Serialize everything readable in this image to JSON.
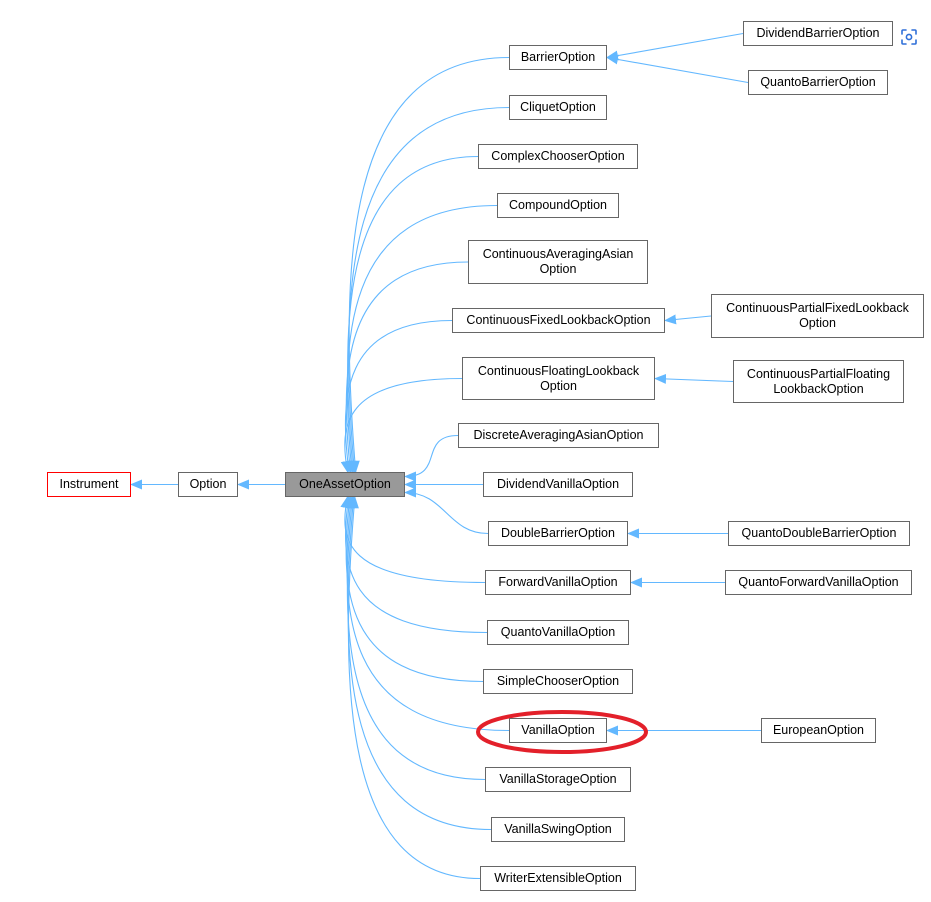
{
  "diagram": {
    "nodes": [
      {
        "id": "instrument",
        "label": "Instrument",
        "style": "base"
      },
      {
        "id": "option",
        "label": "Option",
        "style": "normal"
      },
      {
        "id": "oneassetoption",
        "label": "OneAssetOption",
        "style": "root"
      },
      {
        "id": "barrieroption",
        "label": "BarrierOption",
        "style": "normal"
      },
      {
        "id": "cliquetoption",
        "label": "CliquetOption",
        "style": "normal"
      },
      {
        "id": "complexchooseroption",
        "label": "ComplexChooserOption",
        "style": "normal"
      },
      {
        "id": "compoundoption",
        "label": "CompoundOption",
        "style": "normal"
      },
      {
        "id": "continuousaveragingasianoption",
        "label": "ContinuousAveragingAsian\nOption",
        "style": "normal"
      },
      {
        "id": "continuousfixedlookbackoption",
        "label": "ContinuousFixedLookbackOption",
        "style": "normal"
      },
      {
        "id": "continuousfloatinglookbackoption",
        "label": "ContinuousFloatingLookback\nOption",
        "style": "normal"
      },
      {
        "id": "discreteaveragingasianoption",
        "label": "DiscreteAveragingAsianOption",
        "style": "normal"
      },
      {
        "id": "dividendvanillaoption",
        "label": "DividendVanillaOption",
        "style": "normal"
      },
      {
        "id": "doublebarrieroption",
        "label": "DoubleBarrierOption",
        "style": "normal"
      },
      {
        "id": "forwardvanillaoption",
        "label": "ForwardVanillaOption",
        "style": "normal"
      },
      {
        "id": "quantovanillaoption",
        "label": "QuantoVanillaOption",
        "style": "normal"
      },
      {
        "id": "simplechooseroption",
        "label": "SimpleChooserOption",
        "style": "normal"
      },
      {
        "id": "vanillaoption",
        "label": "VanillaOption",
        "style": "normal"
      },
      {
        "id": "vanillastorageoption",
        "label": "VanillaStorageOption",
        "style": "normal"
      },
      {
        "id": "vanillaswingoption",
        "label": "VanillaSwingOption",
        "style": "normal"
      },
      {
        "id": "writerextensibleoption",
        "label": "WriterExtensibleOption",
        "style": "normal"
      },
      {
        "id": "dividendbarrieroption",
        "label": "DividendBarrierOption",
        "style": "normal"
      },
      {
        "id": "quantobarrieroption",
        "label": "QuantoBarrierOption",
        "style": "normal"
      },
      {
        "id": "continuouspartialfixedlookbackoption",
        "label": "ContinuousPartialFixedLookback\nOption",
        "style": "normal"
      },
      {
        "id": "continuouspartialfloatinglookbackoption",
        "label": "ContinuousPartialFloating\nLookbackOption",
        "style": "normal"
      },
      {
        "id": "quantodoublebarrieroption",
        "label": "QuantoDoubleBarrierOption",
        "style": "normal"
      },
      {
        "id": "quantoforwardvanillaoption",
        "label": "QuantoForwardVanillaOption",
        "style": "normal"
      },
      {
        "id": "europeanoption",
        "label": "EuropeanOption",
        "style": "normal"
      }
    ],
    "edges": [
      {
        "from": "option",
        "to": "instrument"
      },
      {
        "from": "oneassetoption",
        "to": "option"
      },
      {
        "from": "barrieroption",
        "to": "oneassetoption"
      },
      {
        "from": "cliquetoption",
        "to": "oneassetoption"
      },
      {
        "from": "complexchooseroption",
        "to": "oneassetoption"
      },
      {
        "from": "compoundoption",
        "to": "oneassetoption"
      },
      {
        "from": "continuousaveragingasianoption",
        "to": "oneassetoption"
      },
      {
        "from": "continuousfixedlookbackoption",
        "to": "oneassetoption"
      },
      {
        "from": "continuousfloatinglookbackoption",
        "to": "oneassetoption"
      },
      {
        "from": "discreteaveragingasianoption",
        "to": "oneassetoption"
      },
      {
        "from": "dividendvanillaoption",
        "to": "oneassetoption"
      },
      {
        "from": "doublebarrieroption",
        "to": "oneassetoption"
      },
      {
        "from": "forwardvanillaoption",
        "to": "oneassetoption"
      },
      {
        "from": "quantovanillaoption",
        "to": "oneassetoption"
      },
      {
        "from": "simplechooseroption",
        "to": "oneassetoption"
      },
      {
        "from": "vanillaoption",
        "to": "oneassetoption"
      },
      {
        "from": "vanillastorageoption",
        "to": "oneassetoption"
      },
      {
        "from": "vanillaswingoption",
        "to": "oneassetoption"
      },
      {
        "from": "writerextensibleoption",
        "to": "oneassetoption"
      },
      {
        "from": "dividendbarrieroption",
        "to": "barrieroption"
      },
      {
        "from": "quantobarrieroption",
        "to": "barrieroption"
      },
      {
        "from": "continuouspartialfixedlookbackoption",
        "to": "continuousfixedlookbackoption"
      },
      {
        "from": "continuouspartialfloatinglookbackoption",
        "to": "continuousfloatinglookbackoption"
      },
      {
        "from": "quantodoublebarrieroption",
        "to": "doublebarrieroption"
      },
      {
        "from": "quantoforwardvanillaoption",
        "to": "forwardvanillaoption"
      },
      {
        "from": "europeanoption",
        "to": "vanillaoption"
      }
    ],
    "highlighted_node": "vanillaoption",
    "colors": {
      "edge": "#63b8ff",
      "highlight": "#e3202a",
      "root_fill": "#999999",
      "base_border": "#ff0000",
      "node_border": "#666666"
    }
  },
  "toolbar": {
    "focus_icon": "focus-icon"
  }
}
